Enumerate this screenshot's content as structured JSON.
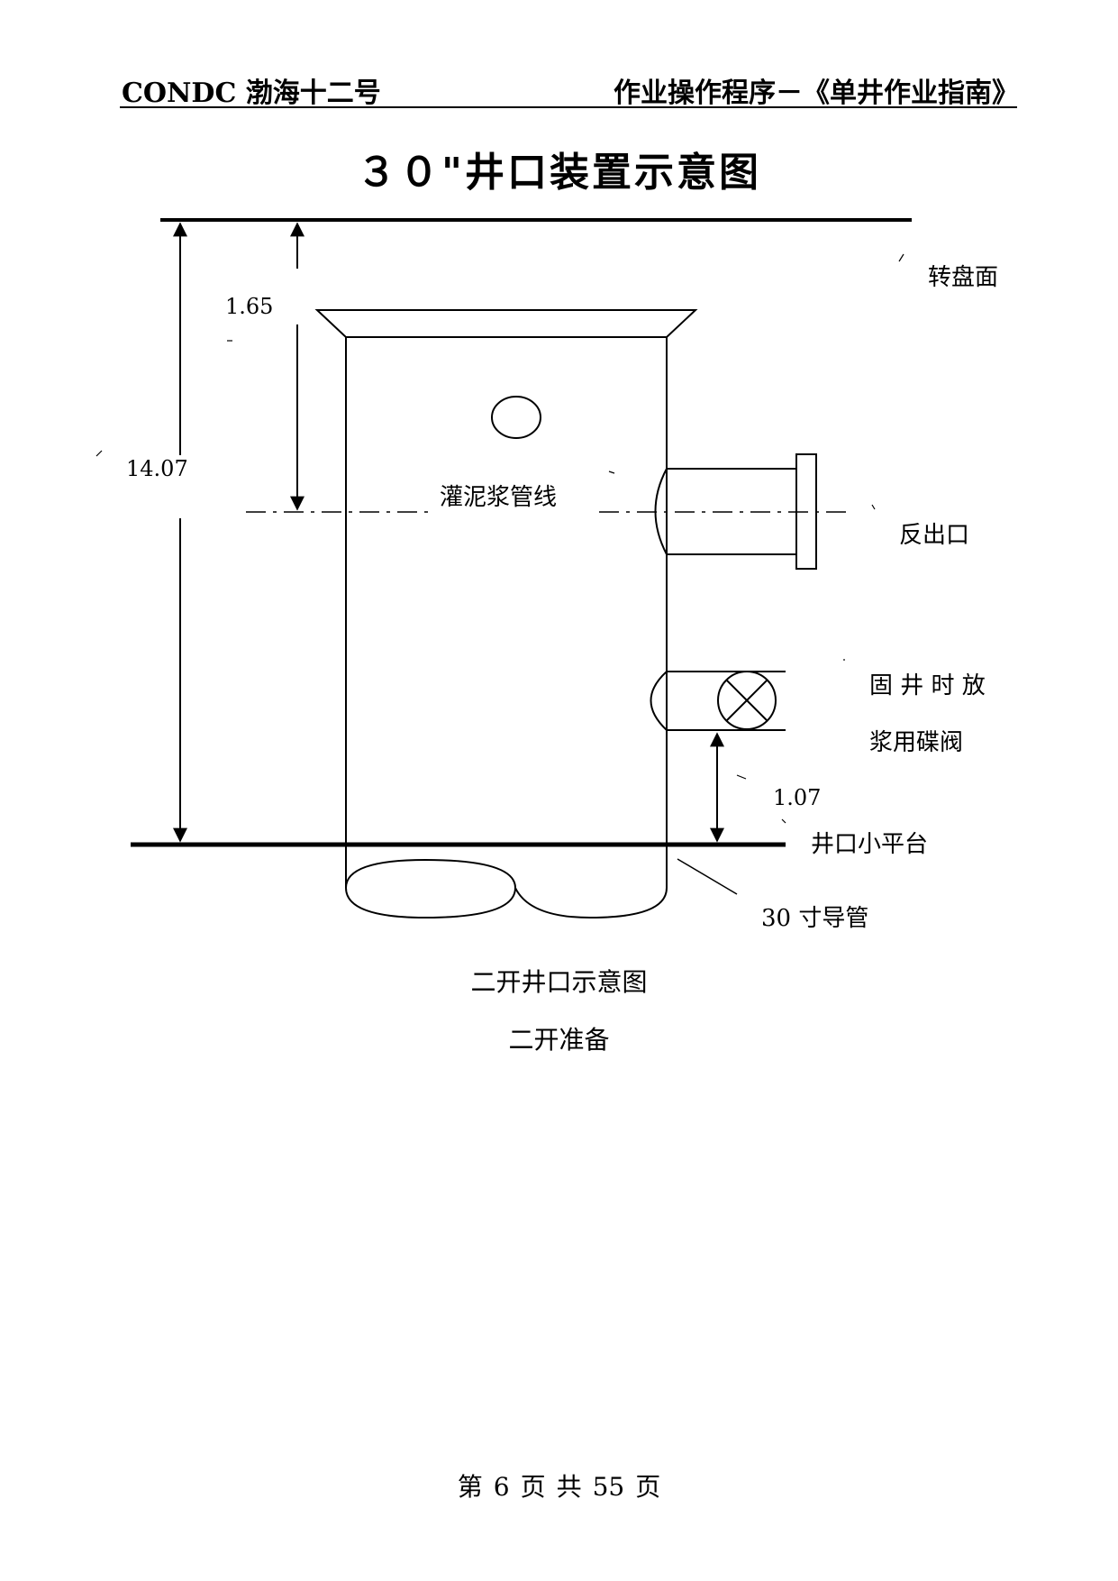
{
  "header": {
    "left": "CONDC 渤海十二号",
    "right": "作业操作程序－《单井作业指南》"
  },
  "title": "３０\"井口装置示意图",
  "diagram": {
    "labels": {
      "rotary_table": "转盘面",
      "mud_fill_line": "灌泥浆管线",
      "return_outlet": "反出口",
      "cement_valve_line1": "固 井 时 放",
      "cement_valve_line2": "浆用碟阀",
      "wellhead_platform": "井口小平台",
      "conductor": "30 寸导管"
    },
    "dimensions": {
      "total_height": "14.07",
      "top_offset": "1.65",
      "valve_height": "1.07"
    }
  },
  "captions": [
    "二开井口示意图",
    "二开准备"
  ],
  "footer": {
    "prefix": "第",
    "page": "6",
    "mid": "页",
    "total_prefix": "共",
    "total": "55",
    "suffix": "页"
  }
}
